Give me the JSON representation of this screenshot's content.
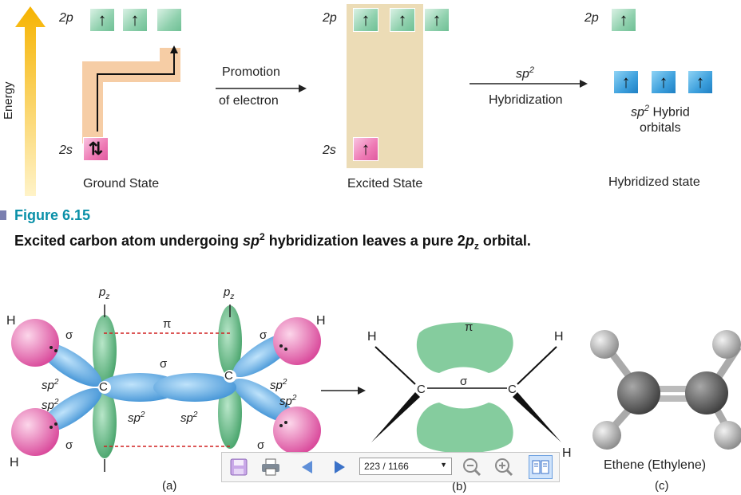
{
  "top": {
    "energy_label": "Energy",
    "orbital_2p": "2p",
    "orbital_2s": "2s",
    "arrow_up": "↑",
    "arrow_pair": "⇅",
    "promotion_line1": "Promotion",
    "promotion_line2": "of electron",
    "sp2_label": "sp",
    "sup2": "2",
    "hybridization_label": "Hybridization",
    "hybrid_line2": " Hybrid",
    "hybrid_line3": "orbitals",
    "ground_state": "Ground State",
    "excited_state": "Excited State",
    "hybridized_state": "Hybridized state"
  },
  "figure": {
    "number": "Figure 6.15",
    "caption_a": "Excited carbon atom undergoing ",
    "caption_sp": "sp",
    "caption_sup": "2",
    "caption_b": " hybridization leaves a pure 2",
    "caption_p": "p",
    "caption_sub": "z",
    "caption_c": " orbital."
  },
  "bottom": {
    "pz_p": "p",
    "pz_z": "z",
    "pi": "π",
    "sigma": "σ",
    "H": "H",
    "C": "C",
    "sp": "sp",
    "sup2": "2",
    "panel_a": "(a)",
    "panel_b": "(b)",
    "panel_c": "(c)",
    "ethene_label": "Ethene (Ethylene)"
  },
  "toolbar": {
    "page_indicator": "223 / 1166"
  },
  "colors": {
    "accent_teal": "#0a90a8",
    "green_orbital": "#7cc79a",
    "pink_orbital": "#ee79b4",
    "blue_orbital": "#3c9fdc"
  }
}
